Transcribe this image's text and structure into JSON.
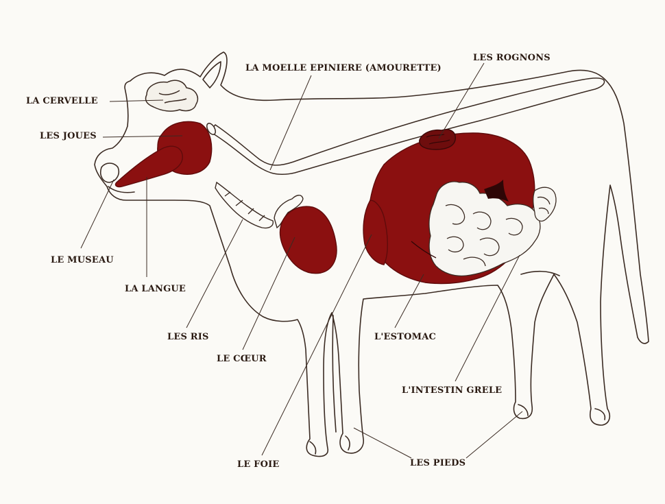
{
  "colors": {
    "organ": "#8b1010",
    "organ_dark": "#5e0b0b",
    "outline": "#3a2a22",
    "paper": "#fbfaf6",
    "label": "#2a1a12",
    "intestine_fill": "#f7f6f2"
  },
  "labels": {
    "cervelle": "LA CERVELLE",
    "joues": "LES JOUES",
    "museau": "LE MUSEAU",
    "langue": "LA LANGUE",
    "ris": "LES RIS",
    "coeur": "LE CŒUR",
    "foie": "LE FOIE",
    "moelle": "LA MOELLE EPINIERE (AMOURETTE)",
    "rognons": "LES ROGNONS",
    "estomac": "L'ESTOMAC",
    "intestin": "L'INTESTIN GRELE",
    "pieds": "LES PIEDS"
  }
}
